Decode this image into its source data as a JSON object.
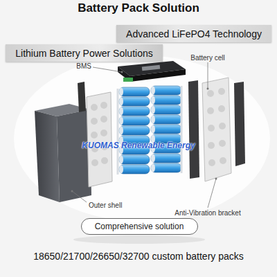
{
  "diagram": {
    "title": "Battery Pack Solution",
    "caption": "18650/21700/26650/32700 custom battery packs",
    "nodes": [
      {
        "text": [
          "Advanced LiFePO4 Technology"
        ]
      },
      {
        "text": [
          "Lithium Battery Power Solutions"
        ]
      },
      {
        "text": [
          "Comprehensive solution"
        ]
      }
    ],
    "labels": [
      "BMS",
      "Battery cell",
      "Outer shell",
      "Anti-Vibration bracket",
      "KUOMAS Renewable Energy"
    ]
  }
}
